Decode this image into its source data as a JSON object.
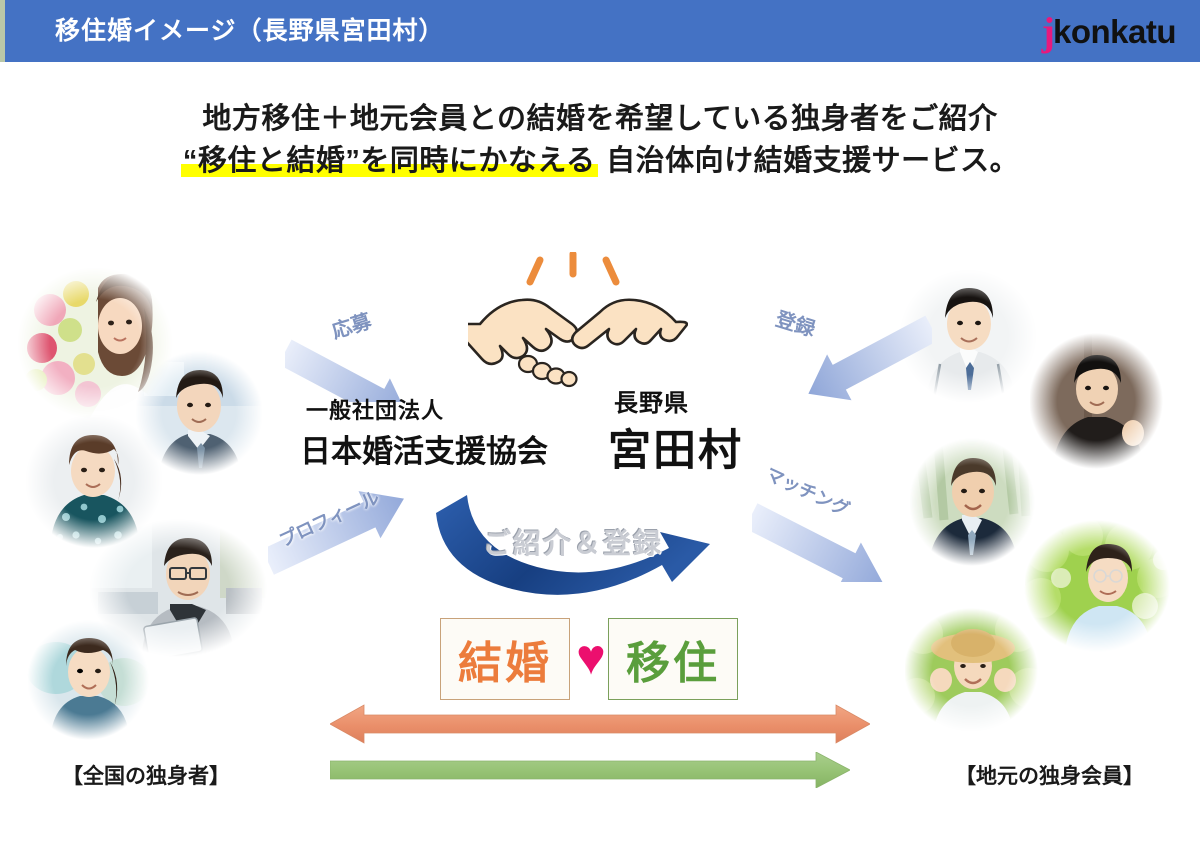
{
  "header": {
    "title": "移住婚イメージ（長野県宮田村）",
    "background_color": "#4472C4",
    "logo": {
      "mark": "j",
      "word": "konkatu",
      "mark_color": "#E8197D",
      "word_color": "#111111"
    }
  },
  "lead": {
    "line1": "地方移住＋地元会員との結婚を希望している独身者をご紹介",
    "line2_highlight": "“移住と結婚”を同時にかなえる",
    "line2_rest": " 自治体向け結婚支援サービス。",
    "highlight_color": "#FFFF00"
  },
  "center": {
    "handshake_icon": "handshake-illustration",
    "organization": {
      "sub": "一般社団法人",
      "main": "日本婚活支援協会"
    },
    "municipality": {
      "sub": "長野県",
      "main": "宮田村"
    },
    "curve_caption": "ご紹介＆登録",
    "curve_color": "#1F4E9C"
  },
  "flow_arrows": [
    {
      "label": "応募",
      "direction": "down-right",
      "color": "#9FB3DE"
    },
    {
      "label": "登録",
      "direction": "down-left",
      "color": "#9FB3DE"
    },
    {
      "label": "プロフィール",
      "direction": "up-right",
      "color": "#9FB3DE"
    },
    {
      "label": "マッチング",
      "direction": "down-right",
      "color": "#9FB3DE"
    }
  ],
  "keywords": {
    "left": {
      "text": "結婚",
      "color": "#EC7C3C",
      "border_color": "#C8A27A"
    },
    "right": {
      "text": "移住",
      "color": "#5A9E3C",
      "border_color": "#7BA05B"
    },
    "heart": {
      "glyph": "♥",
      "color": "#EC0F6E"
    }
  },
  "bottom_arrows": [
    {
      "name": "marriage-arrow",
      "color": "#EE9A7B",
      "heads": "both"
    },
    {
      "name": "migration-arrow",
      "color": "#8DBF6E",
      "heads": "right"
    }
  ],
  "groups": {
    "left_caption": "【全国の独身者】",
    "right_caption": "【地元の独身会員】"
  },
  "photos_left": [
    {
      "name": "photo-woman-flowers",
      "alt": "woman with flowers"
    },
    {
      "name": "photo-man-office",
      "alt": "man in office suit"
    },
    {
      "name": "photo-woman-blouse",
      "alt": "woman in patterned blouse"
    },
    {
      "name": "photo-man-tablet",
      "alt": "man with glasses holding tablet"
    },
    {
      "name": "photo-woman-smiling",
      "alt": "smiling woman in blue top"
    }
  ],
  "photos_right": [
    {
      "name": "photo-man-workwear",
      "alt": "young man in work uniform"
    },
    {
      "name": "photo-man-black-tee",
      "alt": "man in black t-shirt"
    },
    {
      "name": "photo-man-suit-green",
      "alt": "man in suit outdoors"
    },
    {
      "name": "photo-woman-garden",
      "alt": "woman in garden"
    },
    {
      "name": "photo-woman-hat",
      "alt": "woman with straw hat farming"
    }
  ]
}
